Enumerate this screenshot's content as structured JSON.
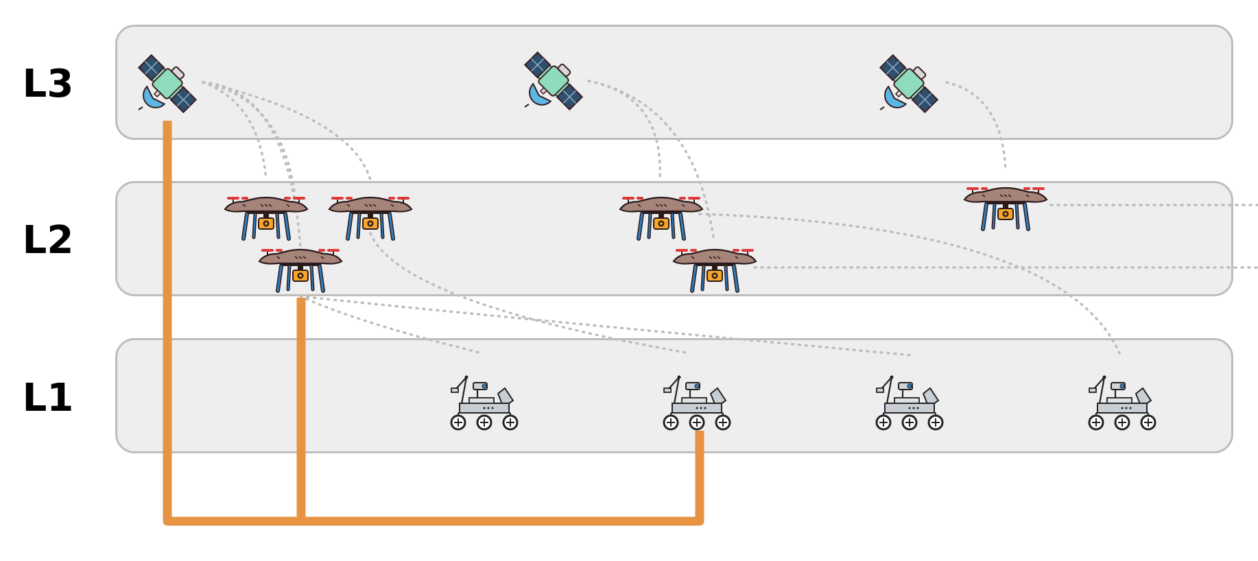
{
  "layers": [
    {
      "id": "L3",
      "label": "L3",
      "node_type": "satellite-icon"
    },
    {
      "id": "L2",
      "label": "L2",
      "node_type": "drone-icon"
    },
    {
      "id": "L1",
      "label": "L1",
      "node_type": "rover-icon"
    }
  ],
  "colors": {
    "layer_fill": "#eeeeee",
    "layer_border": "#bdbdbd",
    "route": "#e69442",
    "link": "#bdbdbd"
  }
}
